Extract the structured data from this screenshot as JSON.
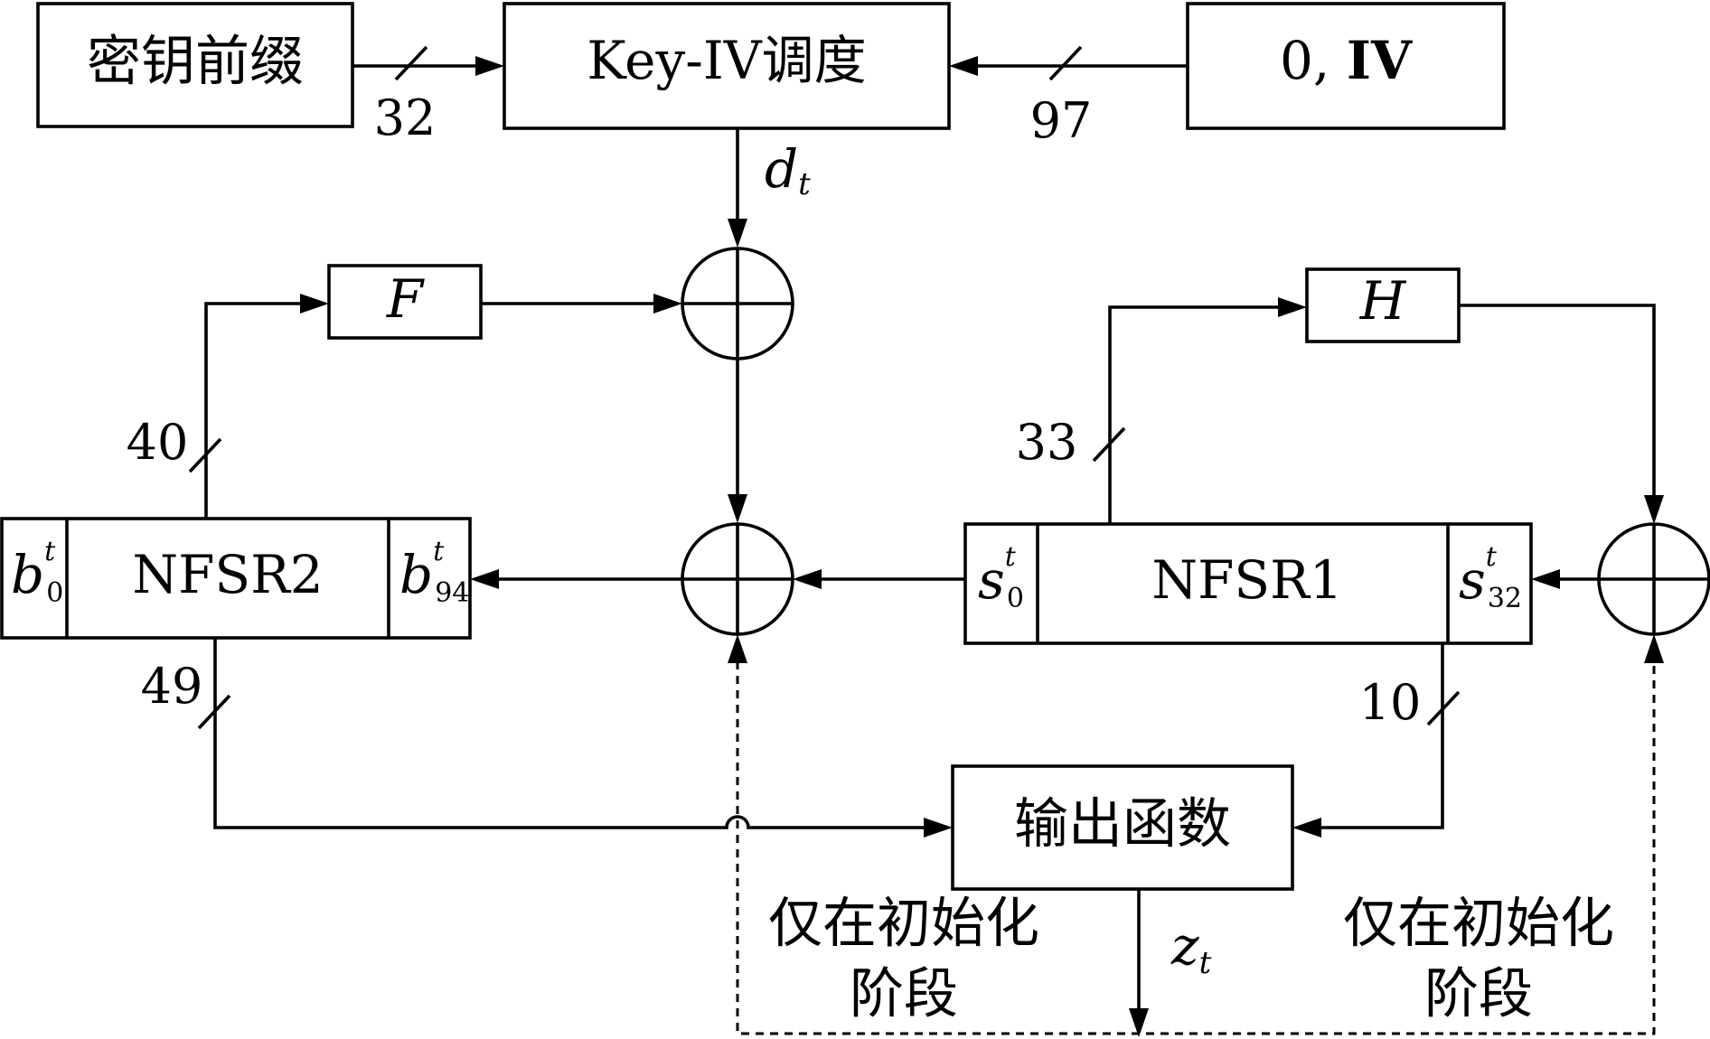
{
  "blocks": {
    "key_prefix": "密钥前缀",
    "key_iv_schedule": "Key-IV调度",
    "zero_iv": {
      "zero": "0, ",
      "iv": "IV"
    },
    "output_function": "输出函数",
    "nfsr2": "NFSR2",
    "nfsr1": "NFSR1",
    "f_func": "F",
    "h_func": "H"
  },
  "cells": {
    "b0": {
      "base": "b",
      "sup": "t",
      "sub": "0"
    },
    "b94": {
      "base": "b",
      "sup": "t",
      "sub": "94"
    },
    "s0": {
      "base": "s",
      "sup": "t",
      "sub": "0"
    },
    "s32": {
      "base": "s",
      "sup": "t",
      "sub": "32"
    }
  },
  "signals": {
    "dt": {
      "base": "d",
      "sub": "t"
    },
    "zt": {
      "base": "z",
      "sub": "t"
    }
  },
  "widths": {
    "key_prefix": "32",
    "iv": "97",
    "nfsr2_to_f": "40",
    "nfsr1_to_h": "33",
    "nfsr2_to_output": "49",
    "nfsr1_to_output": "10"
  },
  "notes": {
    "init_only_line1": "仅在初始化",
    "init_only_line2": "阶段"
  }
}
